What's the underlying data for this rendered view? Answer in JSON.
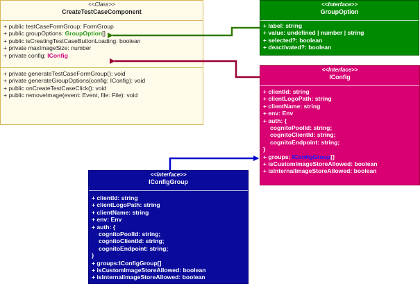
{
  "component": {
    "stereotype": "<<Class>>",
    "name": "CreateTestCaseComponent",
    "attributes": [
      {
        "text": "+ public testCaseFormGroup: FormGroup"
      },
      {
        "text": "+ public groupOptions: ",
        "highlight": "GroupOption",
        "suffix": "[]"
      },
      {
        "text": "+ public isCreatingTestCaseButtonLoading: boolean"
      },
      {
        "text": "+ private maxImageSize: number"
      },
      {
        "text": "+ private config: ",
        "highlight": "IConfig",
        "suffix": ""
      }
    ],
    "methods": [
      "+ private generateTestCaseFormGroup(): void",
      "+ private generateGroupOptions(config: IConfig): void",
      "+ public onCreateTestCaseClick(): void",
      "+ public removeImage(event: Event, file: File): void"
    ]
  },
  "group_option": {
    "stereotype": "<<Interface>>",
    "name": "GroupOption",
    "fields": [
      "+ label: string",
      "+ value: undefined | number | string",
      "+ selected?: boolean",
      "+ deactivated?: boolean"
    ]
  },
  "iconfig": {
    "stereotype": "<<Interface>>",
    "name": "IConfig",
    "fields": [
      {
        "text": "+ clientId: string"
      },
      {
        "text": "+ clientLogoPath: string"
      },
      {
        "text": "+ clientName: string"
      },
      {
        "text": "+ env: Env"
      },
      {
        "text": "+ auth: {"
      },
      {
        "text": "cognitoPoolId: string;",
        "indent": true
      },
      {
        "text": "cognitoClientId: string;",
        "indent": true
      },
      {
        "text": "cognitoEndpoint: string;",
        "indent": true
      },
      {
        "text": "}"
      },
      {
        "text": " + groups: ",
        "highlight": "IConfigGroup",
        "suffix": "[]"
      },
      {
        "text": " + isCustomImageStoreAllowed: boolean"
      },
      {
        "text": " + isInternalImageStoreAllowed: boolean"
      }
    ]
  },
  "iconfig_group": {
    "stereotype": "<<Interface>>",
    "name": "IConfigGroup",
    "fields": [
      {
        "text": "+ clientId: string"
      },
      {
        "text": "+ clientLogoPath: string"
      },
      {
        "text": "+ clientName: string"
      },
      {
        "text": "+ env: Env"
      },
      {
        "text": "+ auth: {"
      },
      {
        "text": "cognitoPoolId: string;",
        "indent": true
      },
      {
        "text": "cognitoClientId: string;",
        "indent": true
      },
      {
        "text": "cognitoEndpoint: string;",
        "indent": true
      },
      {
        "text": "}"
      },
      {
        "text": " + groups:IConfigGroup[]"
      },
      {
        "text": " + isCustomImageStoreAllowed: boolean"
      },
      {
        "text": " + isInternalImageStoreAllowed: boolean"
      }
    ]
  },
  "colors": {
    "class_fill": "#fffbea",
    "class_border": "#d6b656",
    "group_option_fill": "#008a00",
    "iconfig_fill": "#d80073",
    "iconfig_group_fill": "#0a0a9c",
    "green_edge": "#2d7a00",
    "maroon_edge": "#990033",
    "blue_edge": "#0000cc"
  }
}
